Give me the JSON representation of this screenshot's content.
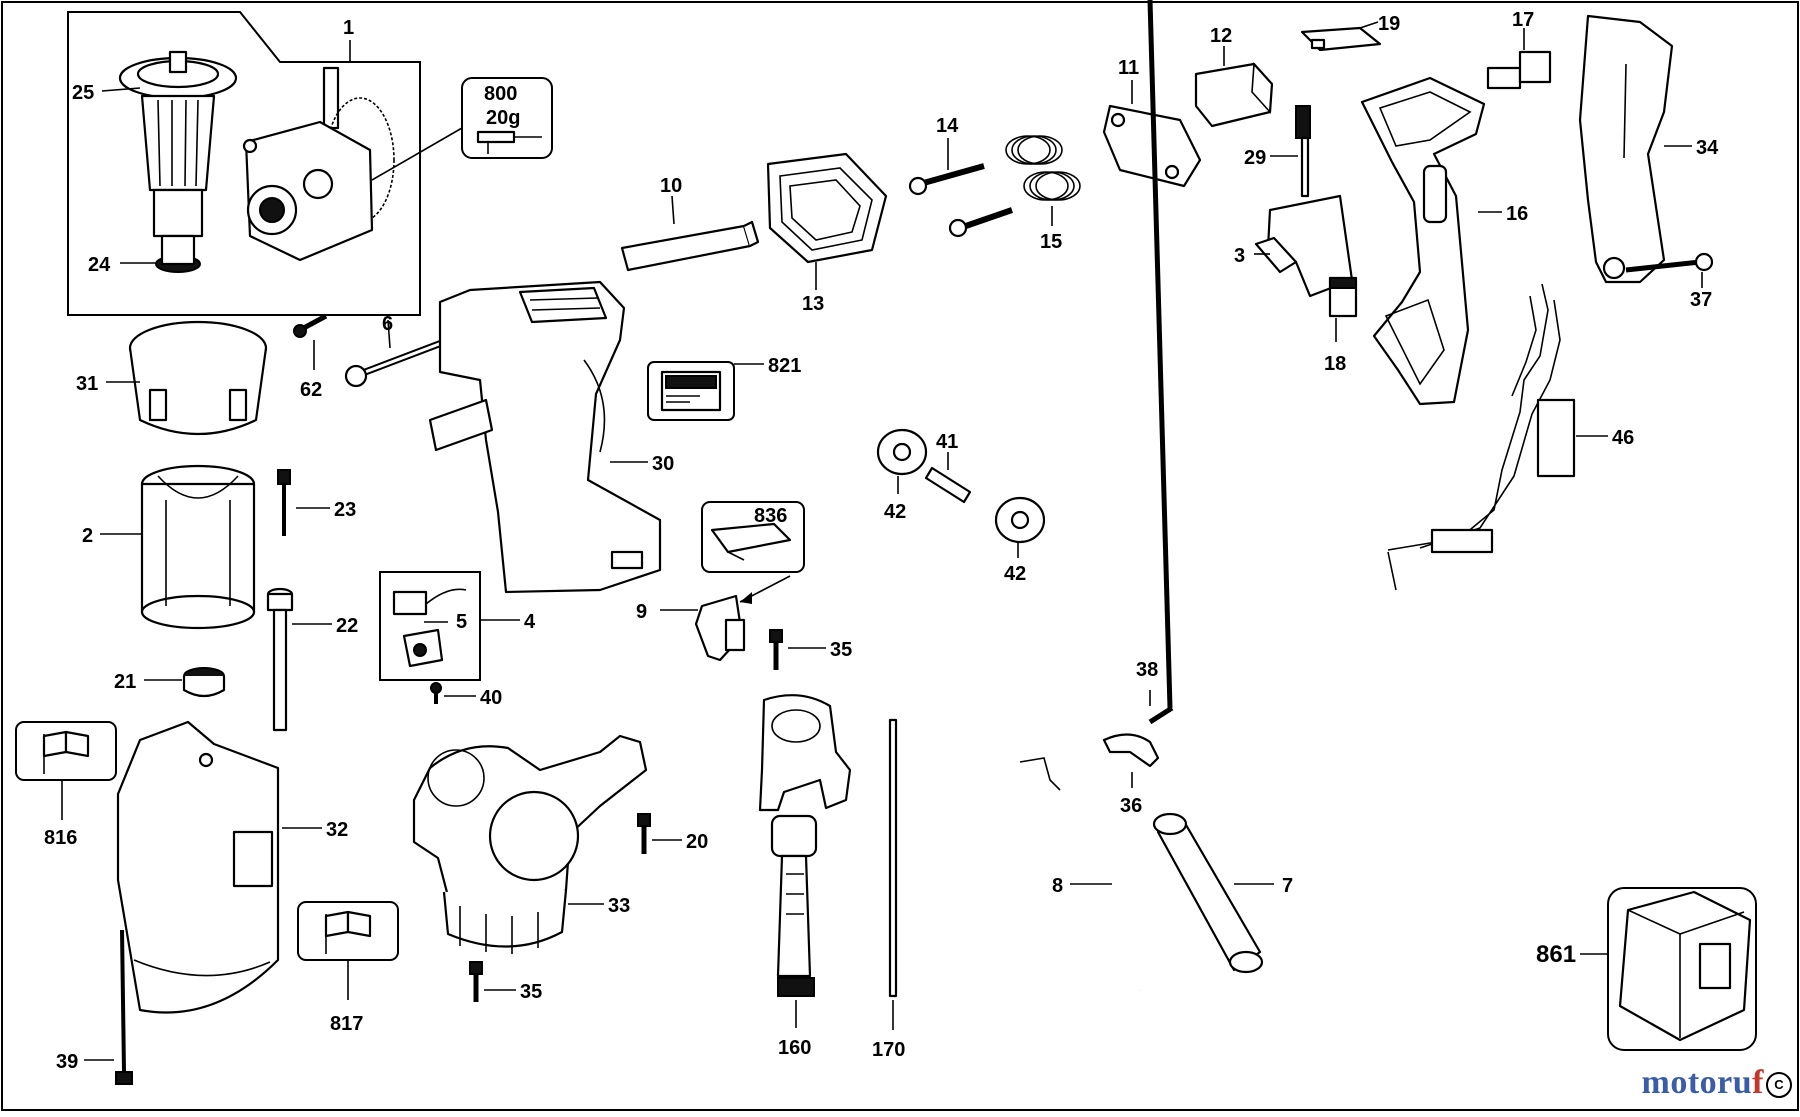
{
  "labels": {
    "p1": "1",
    "p2": "2",
    "p3": "3",
    "p4": "4",
    "p5": "5",
    "p6": "6",
    "p7": "7",
    "p8": "8",
    "p9": "9",
    "p10": "10",
    "p11": "11",
    "p12": "12",
    "p13": "13",
    "p14": "14",
    "p15": "15",
    "p16": "16",
    "p17": "17",
    "p18": "18",
    "p19": "19",
    "p20": "20",
    "p21": "21",
    "p22": "22",
    "p23": "23",
    "p24": "24",
    "p25": "25",
    "p29": "29",
    "p30": "30",
    "p31": "31",
    "p32": "32",
    "p33": "33",
    "p34": "34",
    "p35a": "35",
    "p35b": "35",
    "p36": "36",
    "p37": "37",
    "p38": "38",
    "p39": "39",
    "p40": "40",
    "p41": "41",
    "p42a": "42",
    "p42b": "42",
    "p46": "46",
    "p62": "62",
    "p160": "160",
    "p170": "170",
    "p800": "800",
    "p800_qty": "20g",
    "p816": "816",
    "p817": "817",
    "p821": "821",
    "p836": "836",
    "p861": "861"
  },
  "watermark": {
    "part1": "motoru",
    "part2": "f",
    "copyright": "C"
  },
  "icons": [
    "grease-tube-icon",
    "flag-icon",
    "label-plate-icon",
    "clip-icon",
    "case-icon"
  ]
}
